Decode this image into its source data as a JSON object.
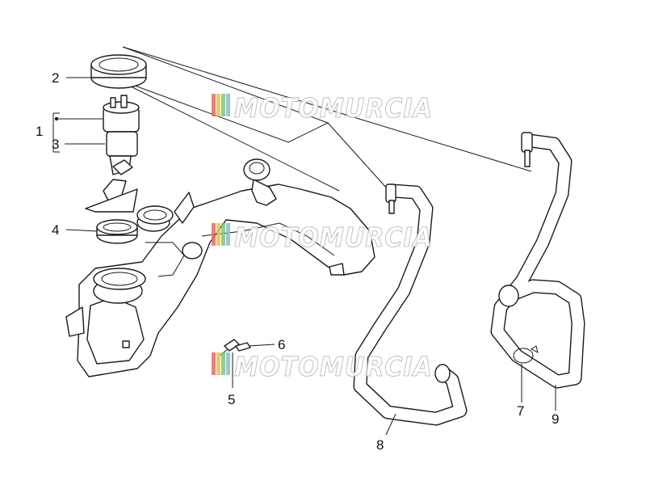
{
  "callouts": [
    {
      "id": "1",
      "text": "1"
    },
    {
      "id": "2",
      "text": "2"
    },
    {
      "id": "3",
      "text": "3"
    },
    {
      "id": "4",
      "text": "4"
    },
    {
      "id": "5",
      "text": "5"
    },
    {
      "id": "6",
      "text": "6"
    },
    {
      "id": "7",
      "text": "7"
    },
    {
      "id": "8",
      "text": "8"
    },
    {
      "id": "9",
      "text": "9"
    }
  ],
  "watermark": {
    "text": "MOTOMURCIA",
    "stripe_colors": [
      "#e56b6b",
      "#e8c24a",
      "#7cc67c",
      "#8fb8d8"
    ]
  },
  "colors": {
    "line": "#1a1a1a",
    "watermark_outline": "#b9b9b9",
    "background": "#ffffff"
  }
}
